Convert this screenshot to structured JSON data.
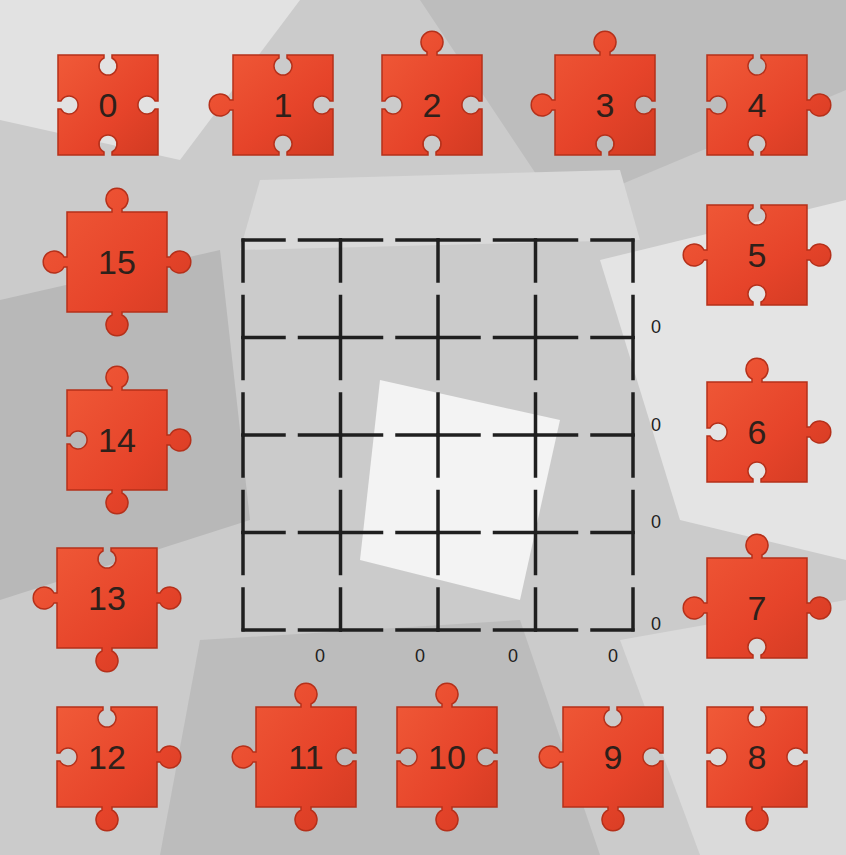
{
  "diagram": {
    "nodes": [
      {
        "text": [
          "0"
        ]
      },
      {
        "text": [
          "1"
        ]
      },
      {
        "text": [
          "2"
        ]
      },
      {
        "text": [
          "3"
        ]
      },
      {
        "text": [
          "4"
        ]
      },
      {
        "text": [
          "15"
        ]
      },
      {
        "text": [
          "5"
        ]
      },
      {
        "text": [
          "14"
        ]
      },
      {
        "text": [
          "6"
        ]
      },
      {
        "text": [
          "13"
        ]
      },
      {
        "text": [
          "7"
        ]
      },
      {
        "text": [
          "12"
        ]
      },
      {
        "text": [
          "11"
        ]
      },
      {
        "text": [
          "10"
        ]
      },
      {
        "text": [
          "9"
        ]
      },
      {
        "text": [
          "8"
        ]
      }
    ],
    "labels": [
      "0",
      "0",
      "0",
      "0",
      "0",
      "0",
      "0",
      "0"
    ]
  }
}
